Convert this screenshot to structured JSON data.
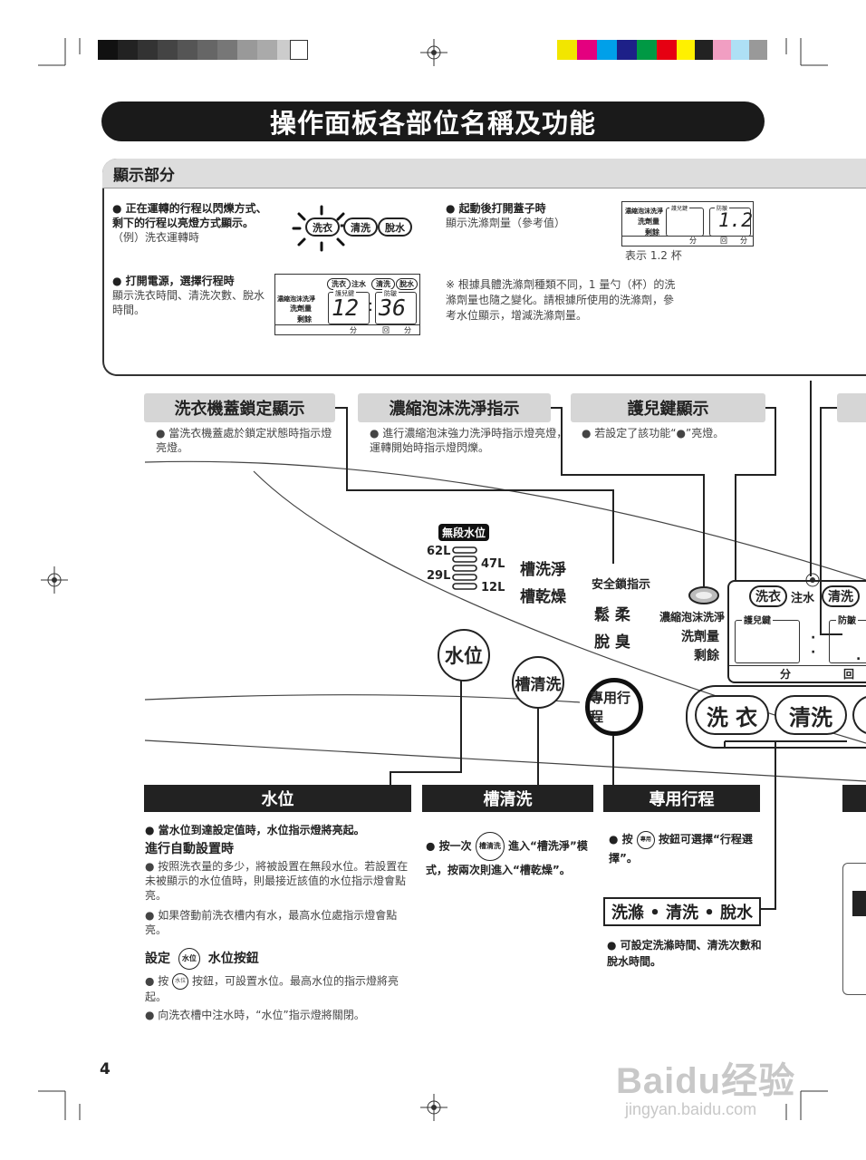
{
  "title": "操作面板各部位名稱及功能",
  "display_section": {
    "heading": "顯示部分",
    "item1_lead": "正在運轉的行程以閃爍方式、剩下的行程以亮燈方式顯示。",
    "item1_example": "（例）洗衣運轉時",
    "item1_pills": [
      "洗衣",
      "清洗",
      "脫水"
    ],
    "item2_lead": "打開電源，選擇行程時",
    "item2_desc": "顯示洗衣時間、清洗次數、脫水時間。",
    "item3_lead": "起動後打開蓋子時",
    "item3_desc": "顯示洗滌劑量（參考值）",
    "item3_caption": "表示 1.2 杯",
    "note": "※ 根據具體洗滌劑種類不同，1 量勺（杯）的洗滌劑量也隨之變化。請根據所使用的洗滌劑，參考水位顯示，增減洗滌劑量。",
    "lcd_big": {
      "left": "12",
      "sep": ":",
      "right": "36"
    },
    "lcd_small": "1.2",
    "lcd_labels": {
      "foam": "濃縮泡沫洗淨",
      "detergent": "洗劑量",
      "remain": "剩餘",
      "child": "護兒鍵",
      "anti": "防皺",
      "wash": "洗衣",
      "water": "注水",
      "rinse": "清洗",
      "spin": "脫水",
      "min": "分",
      "times": "回",
      "min2": "分"
    }
  },
  "callouts_top": [
    {
      "label": "洗衣機蓋鎖定顯示",
      "desc": "當洗衣機蓋處於鎖定狀態時指示燈亮燈。"
    },
    {
      "label": "濃縮泡沫洗淨指示",
      "desc": "進行濃縮泡沫強力洗淨時指示燈亮燈，運轉開始時指示燈閃爍。"
    },
    {
      "label": "護兒鍵顯示",
      "desc": "若設定了該功能“●”亮燈。"
    }
  ],
  "panel": {
    "water_badge": "無段水位",
    "levels": [
      "62L",
      "47L",
      "29L",
      "12L"
    ],
    "tub_clean": "槽洗淨",
    "tub_dry": "槽乾燥",
    "safety": "安全鎖指示",
    "soft": "鬆 柔",
    "deodor": "脫 臭",
    "foam": "濃縮泡沫洗淨",
    "detergent": "洗劑量",
    "remain": "剩餘",
    "child": "護兒鍵",
    "anti": "防皺",
    "wash": "洗衣",
    "water": "注水",
    "rinse": "清洗",
    "min": "分",
    "times": "回",
    "btn_water": "水位",
    "btn_tub": "槽清洗",
    "btn_course": "專用行程",
    "btn_wash": "洗 衣",
    "btn_rinse": "清洗"
  },
  "bottom": {
    "water_label": "水位",
    "water_b1": "當水位到達設定值時，水位指示燈將亮起。",
    "water_sub": "進行自動設置時",
    "water_b2": "按照洗衣量的多少，將被設置在無段水位。若設置在未被顯示的水位值時，則最接近該值的水位指示燈會點亮。",
    "water_b3": "如果啓動前洗衣槽内有水，最高水位處指示燈會點亮。",
    "water_set_a": "設定",
    "water_set_icon": "水位",
    "water_set_b": "水位按鈕",
    "water_b4a": "按",
    "water_b4b": "按鈕，可設置水位。最高水位的指示燈將亮起。",
    "water_b5": "向洗衣槽中注水時，“水位”指示燈將關閉。",
    "tub_label": "槽清洗",
    "tub_a": "按一次",
    "tub_icon": "槽清洗",
    "tub_b": "進入“槽洗淨”模式，按兩次則進入“槽乾燥”。",
    "course_label": "專用行程",
    "course_a": "按",
    "course_icon": "專用",
    "course_b": "按鈕可選擇“行程選擇”。",
    "wrs_label": "洗滌 • 清洗 • 脫水",
    "wrs_desc": "可設定洗滌時間、清洗次數和脫水時間。"
  },
  "page_number": "4",
  "watermark": {
    "brand": "Baidu经验",
    "url": "jingyan.baidu.com"
  },
  "colors": {
    "dark": "#1a1a1a",
    "label_grey": "#d6d6d6",
    "head_grey": "#dddddd"
  }
}
